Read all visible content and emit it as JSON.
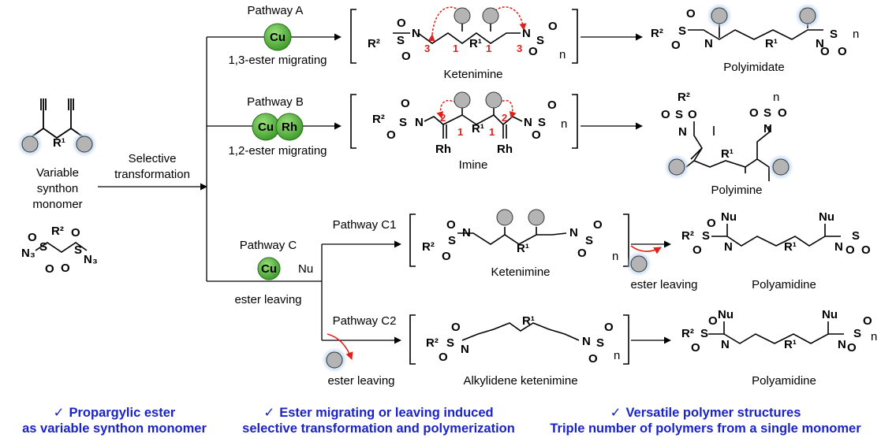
{
  "monomer": {
    "label_lines": [
      "Variable",
      "synthon",
      "monomer"
    ],
    "r1": "R¹",
    "azide": {
      "r2": "R²",
      "n3": "N₃",
      "s": "S",
      "o": "O"
    }
  },
  "selective": {
    "lines": [
      "Selective",
      "transformation"
    ]
  },
  "pathway_a": {
    "title": "Pathway A",
    "catalyst": "Cu",
    "caption": "1,3-ester migrating",
    "intermediate": "Ketenimine",
    "product": "Polyimidate",
    "locants": [
      "3",
      "1",
      "1",
      "3"
    ]
  },
  "pathway_b": {
    "title": "Pathway B",
    "catalysts": [
      "Cu",
      "Rh"
    ],
    "caption": "1,2-ester migrating",
    "intermediate": "Imine",
    "product": "Polyimine",
    "locants": [
      "2",
      "1",
      "1",
      "2"
    ]
  },
  "pathway_c": {
    "title": "Pathway C",
    "catalyst": "Cu",
    "nucleophile": "Nu",
    "caption": "ester leaving"
  },
  "pathway_c1": {
    "title": "Pathway C1",
    "intermediate": "Ketenimine",
    "leaving": "ester leaving",
    "product": "Polyamidine"
  },
  "pathway_c2": {
    "title": "Pathway C2",
    "intermediate": "Alkylidene ketenimine",
    "leaving": "ester leaving",
    "product": "Polyamidine"
  },
  "atoms": {
    "r2": "R²",
    "r1": "R¹",
    "s": "S",
    "o": "O",
    "n": "N",
    "n_sub": "n",
    "rh": "Rh",
    "nu": "Nu"
  },
  "footer": {
    "check": "✓",
    "left": [
      "Propargylic ester",
      "as variable synthon monomer"
    ],
    "middle": [
      "Ester migrating or leaving induced",
      "selective transformation and polymerization"
    ],
    "right": [
      "Versatile polymer structures",
      "Triple number of polymers from a single monomer"
    ]
  },
  "colors": {
    "arrow_red": "#e0201b",
    "footer_blue": "#1a23c8",
    "catalyst_green": "#56b83c",
    "halo_blue": "#b8d2f0",
    "circle_grey": "#b4b4b4"
  }
}
